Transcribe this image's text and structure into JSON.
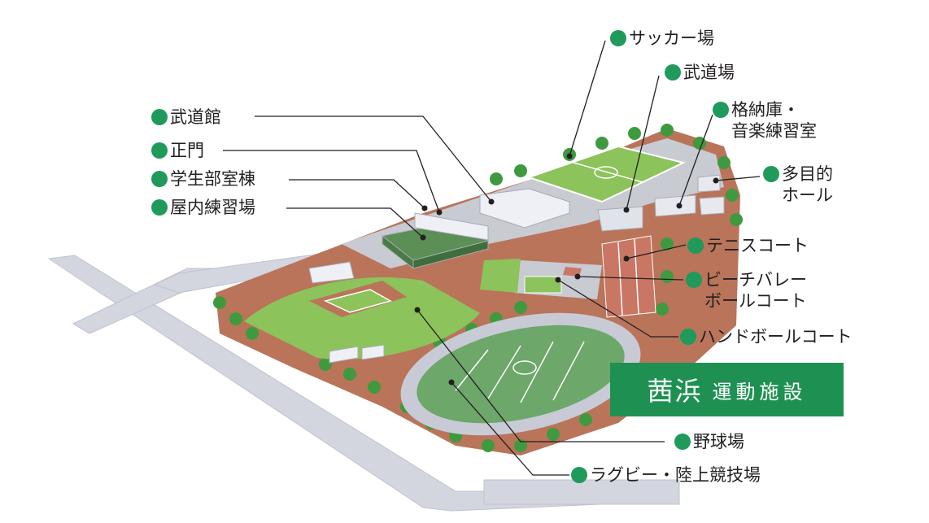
{
  "title": {
    "main": "茜浜",
    "sub": "運動施設"
  },
  "labels": {
    "soccer": "サッカー場",
    "budojo": "武道場",
    "storage_1": "格納庫・",
    "storage_2": "音楽練習室",
    "multi_1": "多目的",
    "multi_2": "ホール",
    "budokan": "武道館",
    "gate": "正門",
    "clubroom": "学生部室棟",
    "indoor": "屋内練習場",
    "tennis": "テニスコート",
    "beach_1": "ビーチバレー",
    "beach_2": "ボールコート",
    "handball": "ハンドボールコート",
    "baseball": "野球場",
    "rugby": "ラグビー・陸上競技場"
  },
  "colors": {
    "accent": "#1e9152",
    "dot": "#1f9a5b",
    "field": "#8cc35a",
    "track_brick": "#b7735a",
    "road": "#d3d6df",
    "tree": "#3f9a3f"
  }
}
